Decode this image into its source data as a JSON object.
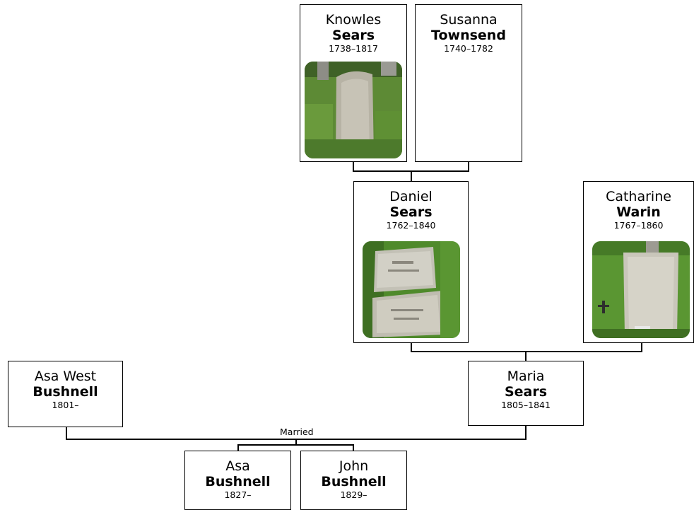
{
  "people": {
    "knowles": {
      "given": "Knowles",
      "surname": "Sears",
      "dates": "1738–1817",
      "photo": "headstone-photo"
    },
    "susanna": {
      "given": "Susanna",
      "surname": "Townsend",
      "dates": "1740–1782"
    },
    "daniel": {
      "given": "Daniel",
      "surname": "Sears",
      "dates": "1762–1840",
      "photo": "headstone-photo"
    },
    "catharine": {
      "given": "Catharine",
      "surname": "Warin",
      "dates": "1767–1860",
      "photo": "headstone-photo"
    },
    "asa_west": {
      "given": "Asa West",
      "surname": "Bushnell",
      "dates": "1801–"
    },
    "maria": {
      "given": "Maria",
      "surname": "Sears",
      "dates": "1805–1841"
    },
    "asa": {
      "given": "Asa",
      "surname": "Bushnell",
      "dates": "1827–"
    },
    "john": {
      "given": "John",
      "surname": "Bushnell",
      "dates": "1829–"
    }
  },
  "labels": {
    "married": "Married"
  },
  "colors": {
    "border": "#000000",
    "background": "#ffffff",
    "grass": "#4f8a2b",
    "stone": "#b9b7ad"
  }
}
